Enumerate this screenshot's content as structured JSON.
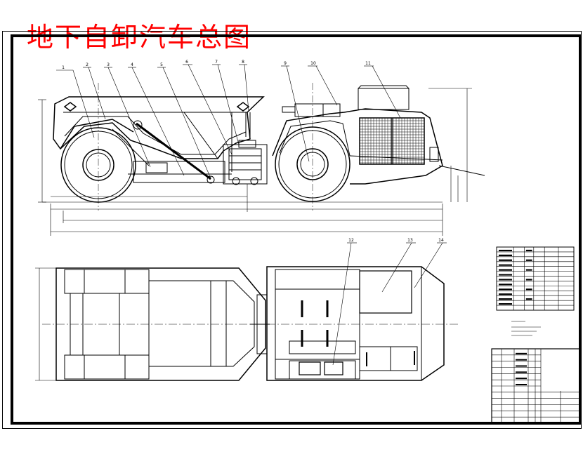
{
  "title": "地下自卸汽车总图",
  "colors": {
    "title": "#ff0000",
    "ink": "#000000",
    "paper": "#ffffff"
  },
  "views": [
    "side-elevation",
    "top-plan"
  ],
  "side_view": {
    "part_balloons": [
      "1",
      "2",
      "3",
      "4",
      "5",
      "6",
      "7",
      "8",
      "9",
      "10",
      "11"
    ],
    "has_dimension_chains": true,
    "has_radiator_grille": true
  },
  "top_view": {
    "part_balloons": [
      "12",
      "13",
      "14"
    ],
    "has_centerline": true
  },
  "parts_table": {
    "rows": 13,
    "cols": 6
  },
  "title_block": {
    "rows": 12,
    "cols": 6,
    "has_signature_rows": true
  }
}
